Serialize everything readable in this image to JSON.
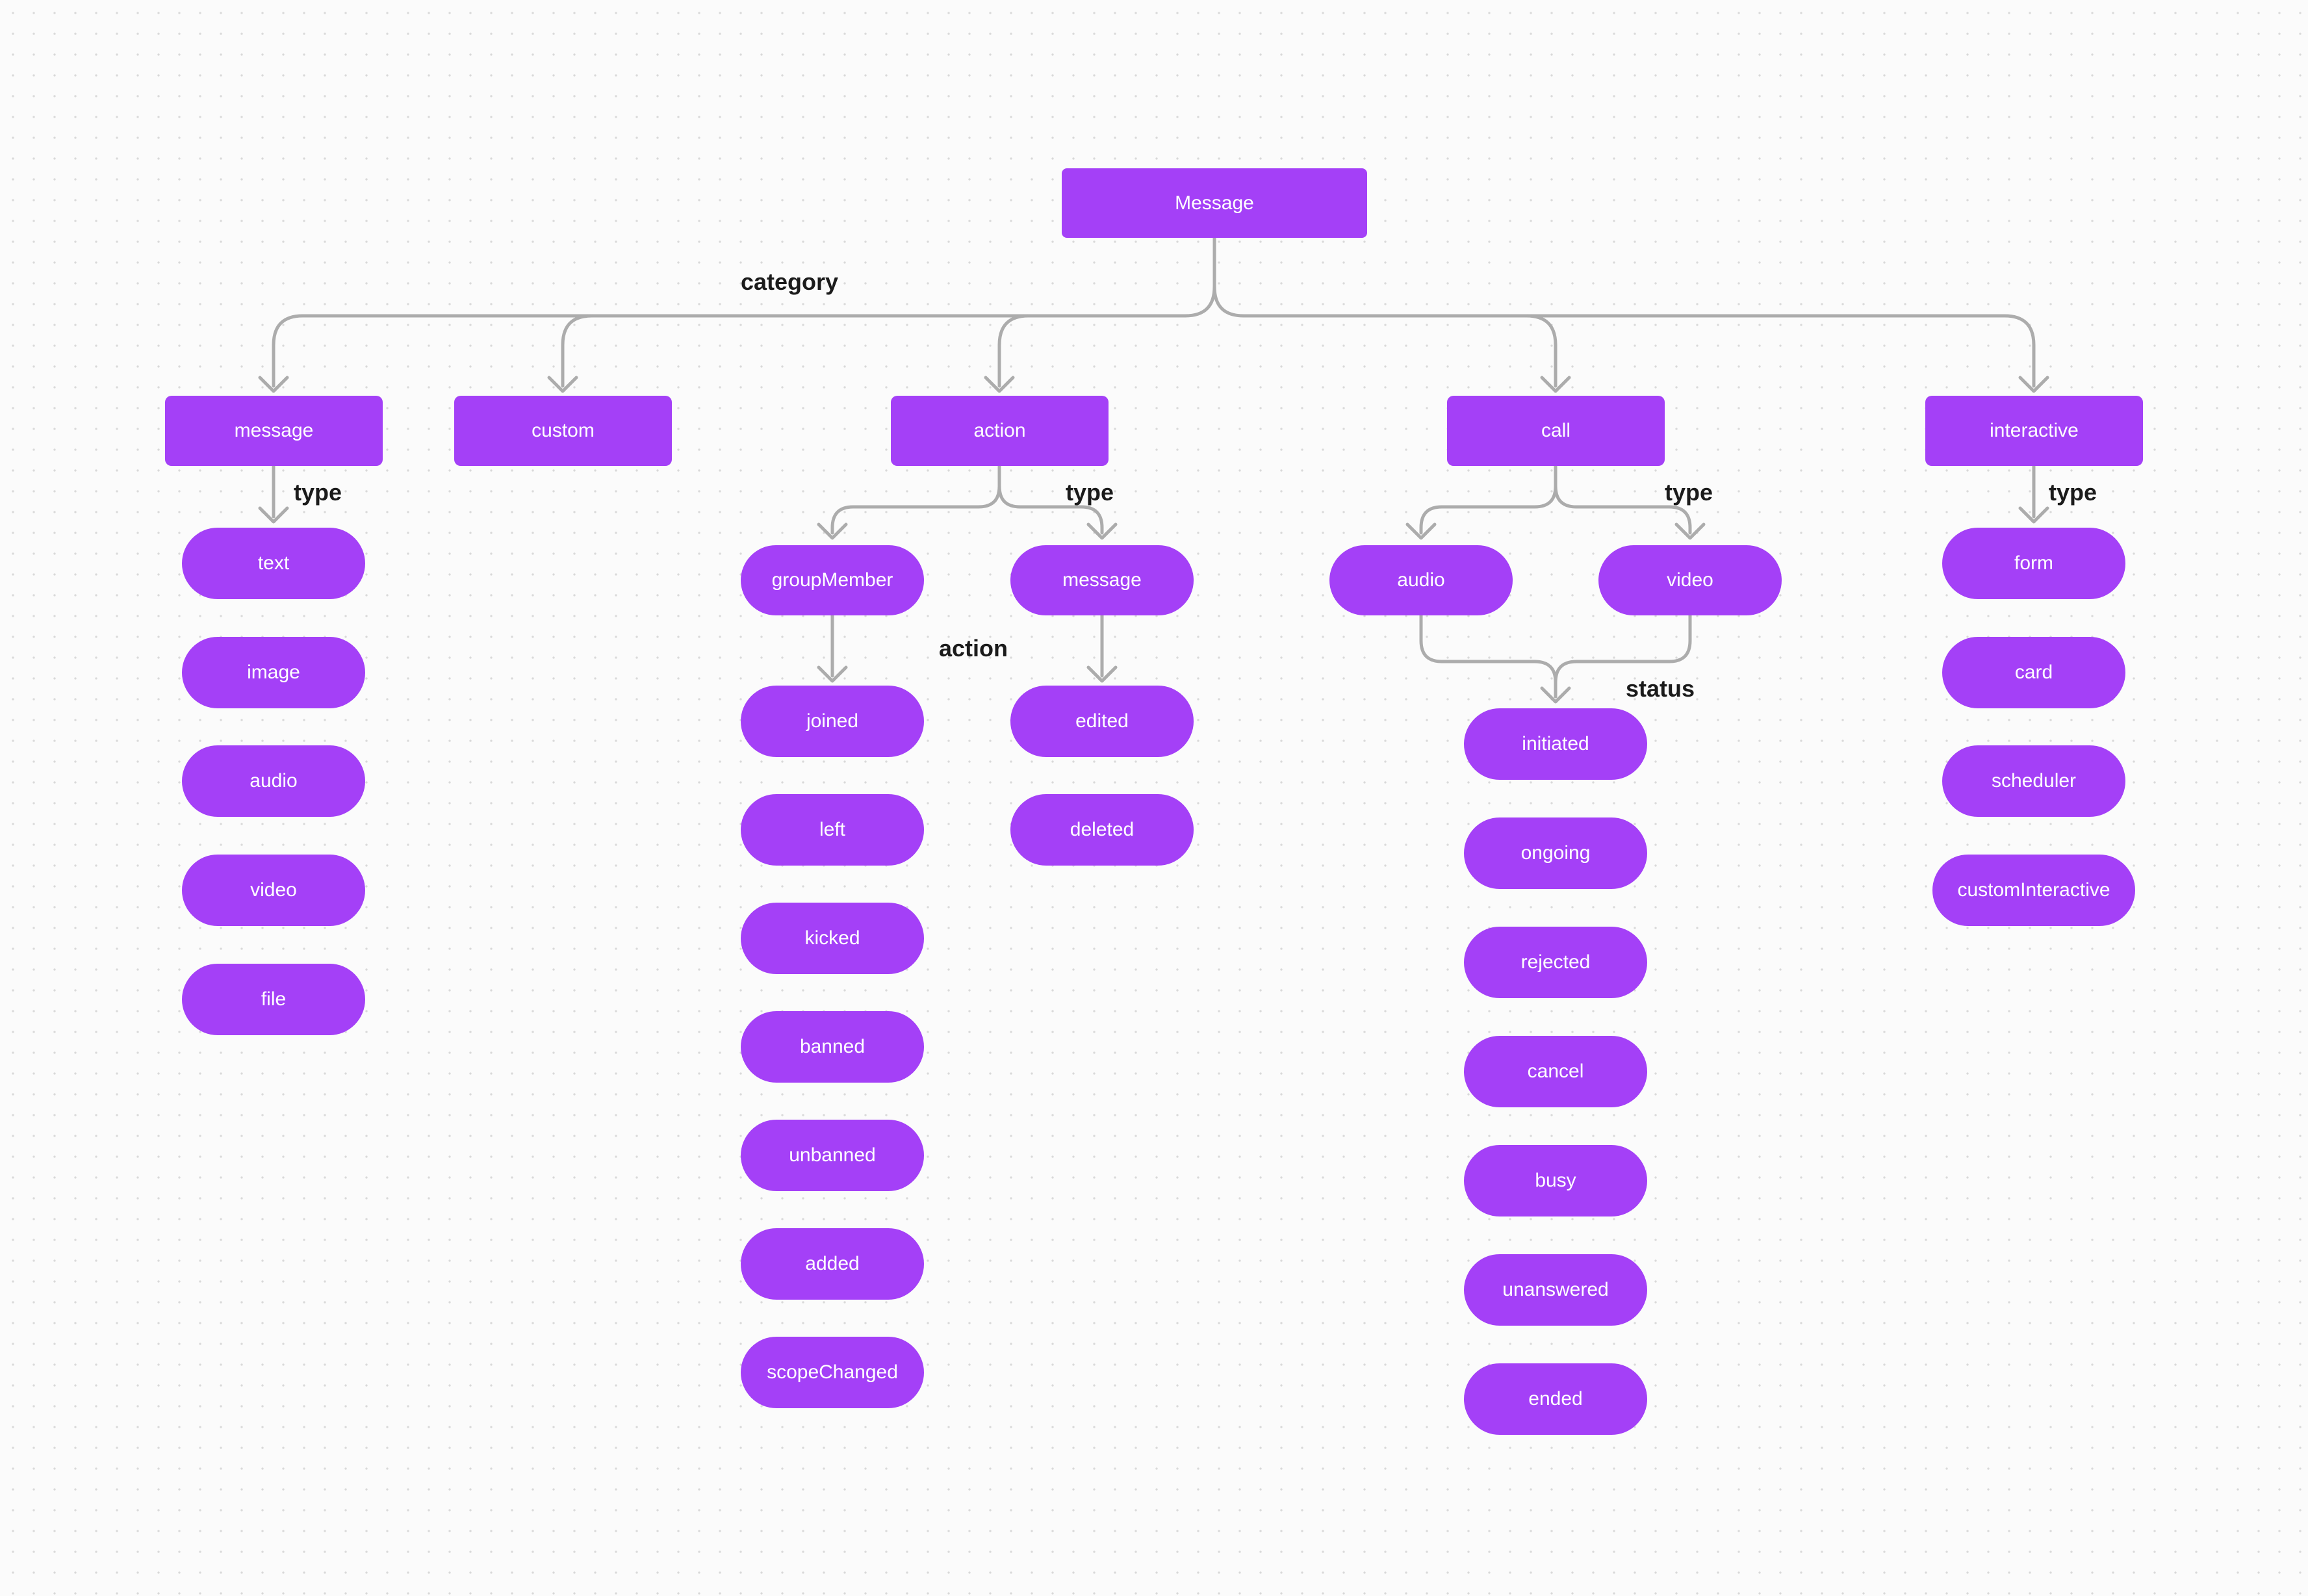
{
  "colors": {
    "node_fill": "#A440F7",
    "node_text": "#FFFFFF",
    "edge_stroke": "#ACACAC",
    "label_text": "#1B1B1B",
    "background": "#FBFBFB",
    "grid_dot": "#D9D9D9"
  },
  "root": {
    "label": "Message"
  },
  "categories": {
    "message": "message",
    "custom": "custom",
    "action": "action",
    "call": "call",
    "interactive": "interactive"
  },
  "message_types": [
    "text",
    "image",
    "audio",
    "video",
    "file"
  ],
  "action": {
    "group_member": "groupMember",
    "message": "message",
    "group_member_actions": [
      "joined",
      "left",
      "kicked",
      "banned",
      "unbanned",
      "added",
      "scopeChanged"
    ],
    "message_actions": [
      "edited",
      "deleted"
    ]
  },
  "call": {
    "types": [
      "audio",
      "video"
    ],
    "statuses": [
      "initiated",
      "ongoing",
      "rejected",
      "cancel",
      "busy",
      "unanswered",
      "ended"
    ]
  },
  "interactive_types": [
    "form",
    "card",
    "scheduler",
    "customInteractive"
  ],
  "edge_labels": {
    "category": "category",
    "message_type": "type",
    "action_type": "type",
    "action_action": "action",
    "call_type": "type",
    "call_status": "status",
    "interactive_type": "type"
  }
}
